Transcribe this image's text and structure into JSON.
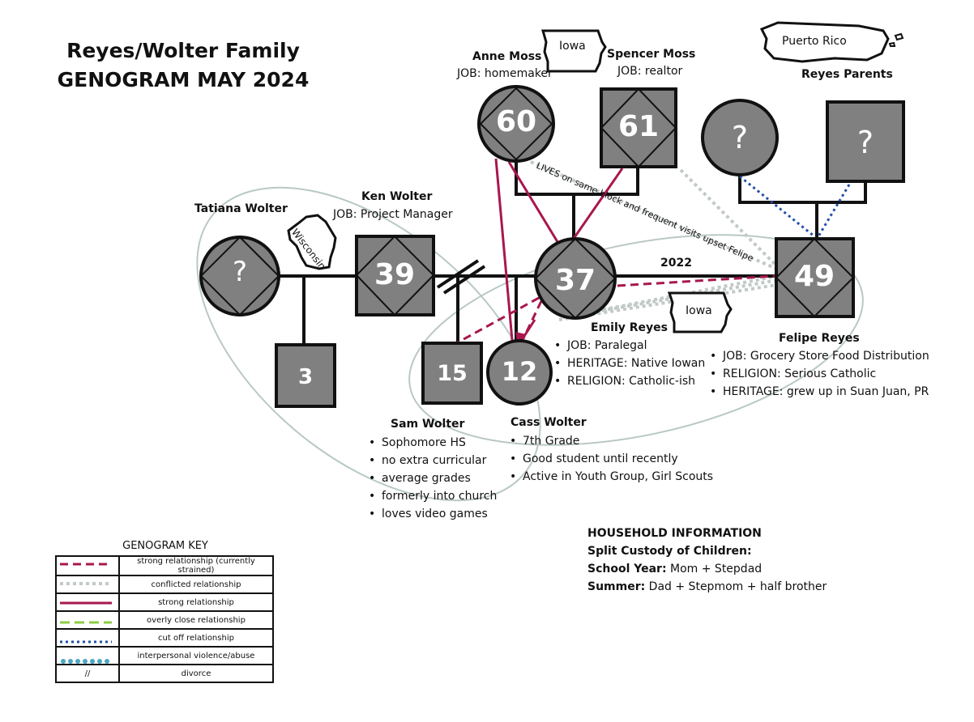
{
  "title": {
    "line1": "Reyes/Wolter Family",
    "line2": "GENOGRAM MAY 2024"
  },
  "places": {
    "iowa_top": "Iowa",
    "puerto_rico": "Puerto Rico",
    "wisconsin": "Wisconsin",
    "iowa_emily": "Iowa"
  },
  "people": {
    "anne": {
      "name": "Anne Moss",
      "job": "JOB: homemaker",
      "age": "60"
    },
    "spencer": {
      "name": "Spencer Moss",
      "job": "JOB: realtor",
      "age": "61"
    },
    "reyes_parents": {
      "name": "Reyes Parents",
      "mother_age": "?",
      "father_age": "?"
    },
    "tatiana": {
      "name": "Tatiana Wolter",
      "age": "?"
    },
    "ken": {
      "name": "Ken Wolter",
      "job": "JOB: Project Manager",
      "age": "39"
    },
    "half_brother": {
      "age": "3"
    },
    "emily": {
      "name": "Emily Reyes",
      "age": "37",
      "bullets": [
        "JOB: Paralegal",
        "HERITAGE: Native Iowan",
        "RELIGION: Catholic-ish"
      ]
    },
    "felipe": {
      "name": "Felipe Reyes",
      "age": "49",
      "bullets": [
        "JOB: Grocery Store Food Distribution",
        "RELIGION: Serious Catholic",
        "HERITAGE: grew up in Suan Juan, PR"
      ]
    },
    "sam": {
      "name": "Sam Wolter",
      "age": "15",
      "bullets": [
        "Sophomore HS",
        "no extra curricular",
        "average grades",
        "formerly into church",
        "loves video games"
      ]
    },
    "cass": {
      "name": "Cass Wolter",
      "age": "12",
      "bullets": [
        "7th Grade",
        "Good student until recently",
        "Active in Youth Group, Girl Scouts"
      ]
    }
  },
  "marriage_year": "2022",
  "annotation": "LIVES on same block and frequent visits upset Felipe",
  "household": {
    "heading": "HOUSEHOLD INFORMATION",
    "custody": "Split Custody of Children:",
    "school_label": "School Year:",
    "school_value": " Mom + Stepdad",
    "summer_label": "Summer:",
    "summer_value": " Dad + Stepmom + half brother"
  },
  "key": {
    "title": "GENOGRAM KEY",
    "rows": [
      "strong relationship (currently strained)",
      "conflicted relationship",
      "strong relationship",
      "overly close relationship",
      "cut off relationship",
      "interpersonal violence/abuse",
      "divorce"
    ],
    "divorce_symbol": "//"
  },
  "colors": {
    "fill": "#808080",
    "stroke": "#111111",
    "strong": "#a8174e",
    "conflict": "#c2cac8",
    "cutoff": "#1f4fa8",
    "close": "#8ccc45",
    "violence": "#4aa6c4",
    "household_oval": "#b9c8c4"
  }
}
